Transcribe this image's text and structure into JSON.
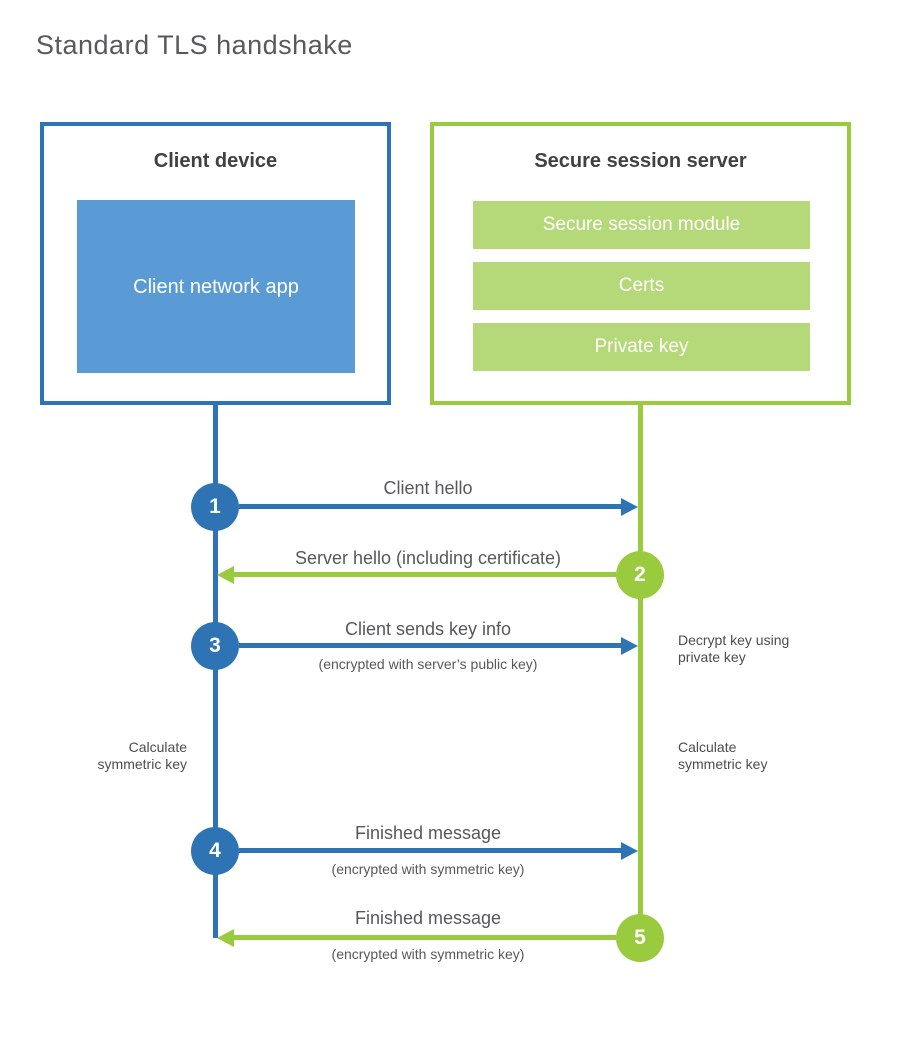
{
  "title": "Standard TLS handshake",
  "colors": {
    "blue_line": "#2e74b5",
    "blue_fill": "#5b9bd5",
    "green_line": "#9aca3e",
    "green_fill": "#b5d878",
    "text_dark": "#414042",
    "text_gray": "#57585a"
  },
  "client": {
    "title": "Client device",
    "app_label": "Client network app"
  },
  "server": {
    "title": "Secure session server",
    "modules": [
      "Secure session module",
      "Certs",
      "Private key"
    ]
  },
  "steps": [
    {
      "num": "1",
      "label": "Client hello",
      "sub": "",
      "direction": "client-to-server",
      "color": "blue"
    },
    {
      "num": "2",
      "label": "Server hello (including certificate)",
      "sub": "",
      "direction": "server-to-client",
      "color": "green"
    },
    {
      "num": "3",
      "label": "Client sends key info",
      "sub": "(encrypted with server’s public key)",
      "direction": "client-to-server",
      "color": "blue"
    },
    {
      "num": "4",
      "label": "Finished message",
      "sub": "(encrypted with symmetric key)",
      "direction": "client-to-server",
      "color": "blue"
    },
    {
      "num": "5",
      "label": "Finished message",
      "sub": "(encrypted with symmetric key)",
      "direction": "server-to-client",
      "color": "green"
    }
  ],
  "annotations": {
    "decrypt": "Decrypt key using private key",
    "calc_left": "Calculate symmetric key",
    "calc_right": "Calculate symmetric key"
  }
}
